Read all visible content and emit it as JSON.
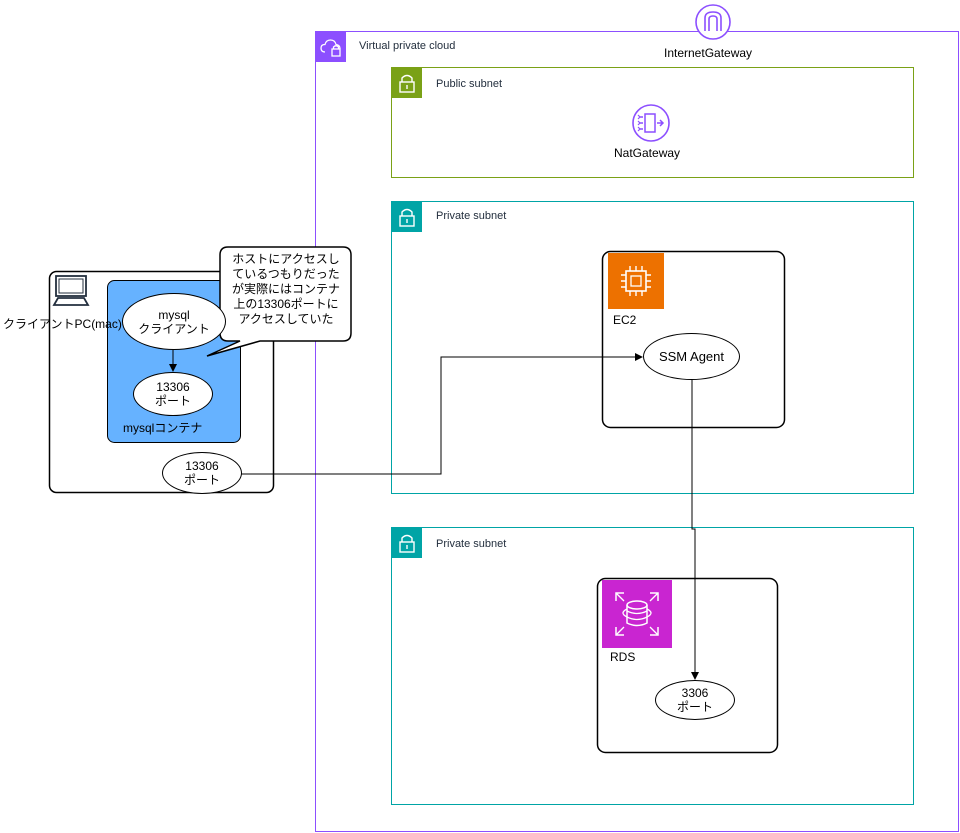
{
  "vpc": {
    "label": "Virtual private cloud",
    "color": "#8c4fff"
  },
  "internet_gateway": {
    "label": "InternetGateway",
    "icon": "internet-gateway-icon"
  },
  "public_subnet": {
    "label": "Public subnet",
    "color": "#7aa116"
  },
  "nat_gateway": {
    "label": "NatGateway",
    "icon": "nat-gateway-icon"
  },
  "private_subnet_1": {
    "label": "Private subnet",
    "color": "#00a4a6"
  },
  "private_subnet_2": {
    "label": "Private subnet",
    "color": "#00a4a6"
  },
  "ec2": {
    "label": "EC2",
    "color": "#ed7100",
    "icon": "ec2-chip-icon"
  },
  "ssm_agent": {
    "label": "SSM Agent"
  },
  "rds": {
    "label": "RDS",
    "color": "#c925d1",
    "icon": "rds-database-icon"
  },
  "rds_port": {
    "line1": "3306",
    "line2": "ポート"
  },
  "client_pc": {
    "label": "クライアントPC(mac)",
    "icon": "computer-icon"
  },
  "mysql_container": {
    "label": "mysqlコンテナ",
    "color": "#66b2ff"
  },
  "mysql_client": {
    "line1": "mysql",
    "line2": "クライアント"
  },
  "container_port": {
    "line1": "13306",
    "line2": "ポート"
  },
  "host_port": {
    "line1": "13306",
    "line2": "ポート"
  },
  "callout": {
    "lines": [
      "ホストにアクセスし",
      "ているつもりだった",
      "が実際にはコンテナ",
      "上の13306ポートに",
      "アクセスしていた"
    ]
  }
}
